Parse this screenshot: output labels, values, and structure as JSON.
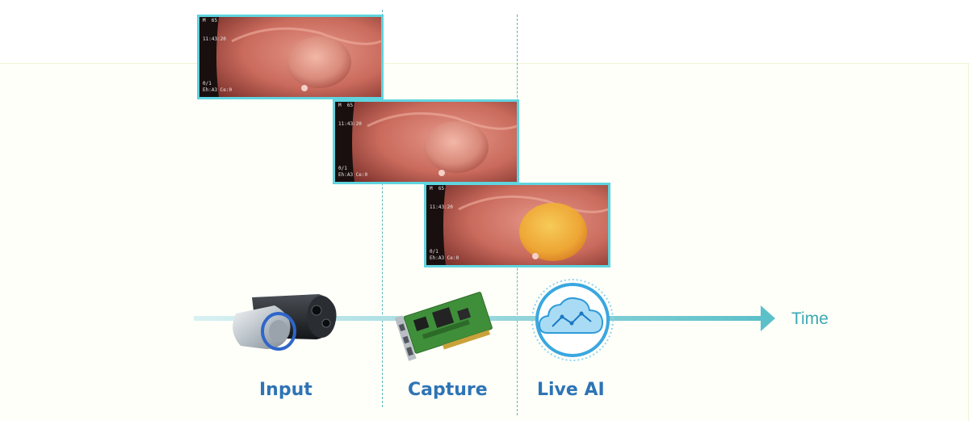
{
  "frames": [
    {
      "osd_top": "M  65",
      "osd_time": "11:43:20",
      "osd_bottom_1": "0/1",
      "osd_bottom_2": "Eh:A3 Ce:0",
      "overlay": false
    },
    {
      "osd_top": "M  65",
      "osd_time": "11:43:20",
      "osd_bottom_1": "0/1",
      "osd_bottom_2": "Eh:A3 Ce:0",
      "overlay": false
    },
    {
      "osd_top": "M  65",
      "osd_time": "11:43:20",
      "osd_bottom_1": "0/1",
      "osd_bottom_2": "Eh:A3 Ce:0",
      "overlay": true
    }
  ],
  "stages": [
    {
      "label": "Input",
      "icon": "endoscope-camera-icon"
    },
    {
      "label": "Capture",
      "icon": "capture-card-icon"
    },
    {
      "label": "Live AI",
      "icon": "ai-cloud-icon"
    }
  ],
  "axis": {
    "label": "Time"
  },
  "colors": {
    "frame_border": "#5fd4df",
    "timeline": "#5cc0c9",
    "stage_label": "#2e74b5",
    "time_label": "#3aa8b3",
    "highlight": "#f6b52a"
  }
}
